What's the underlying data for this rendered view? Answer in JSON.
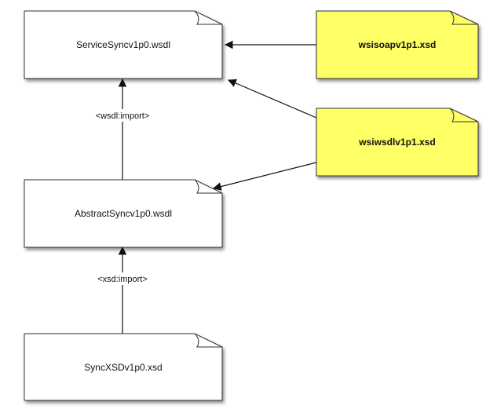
{
  "nodes": {
    "service_wsdl": {
      "label": "ServiceSyncv1p0.wsdl",
      "fill": "#ffffff"
    },
    "abstract_wsdl": {
      "label": "AbstractSyncv1p0.wsdl",
      "fill": "#ffffff"
    },
    "sync_xsd": {
      "label": "SyncXSDv1p0.xsd",
      "fill": "#ffffff"
    },
    "wsisoap_xsd": {
      "label": "wsisoapv1p1.xsd",
      "fill": "#ffff66"
    },
    "wsiwsdl_xsd": {
      "label": "wsiwsdlv1p1.xsd",
      "fill": "#ffff66"
    }
  },
  "edges": {
    "wsdl_import": {
      "label": "<wsdl:import>"
    },
    "xsd_import": {
      "label": "<xsd:import>"
    }
  },
  "colors": {
    "stroke": "#333333",
    "shadow": "#bfbfbf",
    "highlight": "#ffff66"
  }
}
